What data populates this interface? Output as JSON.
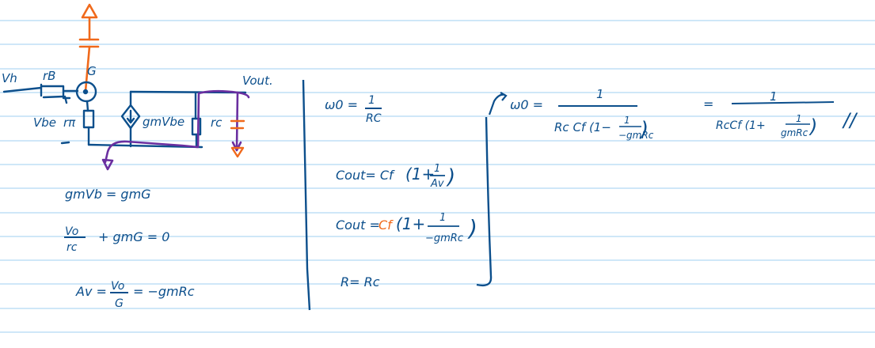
{
  "colors": {
    "ink": "#0c4f8c",
    "orange": "#f0691b",
    "purple": "#6a2fa0",
    "rule": "#cfe7f8",
    "paper": "#ffffff"
  },
  "ruled_lines_y": [
    25,
    55,
    86,
    116,
    146,
    177,
    207,
    237,
    268,
    298,
    328,
    358,
    389,
    419
  ],
  "circuit": {
    "labels": {
      "vin": "Vh",
      "rb": "rB",
      "cf_node": "G",
      "plus": "+",
      "vbe": "Vbe",
      "rpi": "rπ",
      "minus": "−",
      "source": "gmVbe",
      "rc": "rc",
      "vout": "Vout."
    }
  },
  "left_equations": {
    "eq1": "gmVb = gmG",
    "eq2_num": "Vo",
    "eq2_den": "rc",
    "eq2_rest": "+ gmG = 0",
    "eq3_lhs": "Av =",
    "eq3_num": "Vo",
    "eq3_den": "G",
    "eq3_rest": "= −gmRc"
  },
  "middle_block": {
    "w0_lhs": "ω0 =",
    "w0_num": "1",
    "w0_den": "RC",
    "cout1_lhs": "Cout= Cf",
    "cout1_paren_open": "(1+",
    "cout1_num": "1",
    "cout1_den": "Av",
    "cout1_paren_close": ")",
    "cout2_lhs": "Cout =",
    "cout2_cf": "Cf",
    "cout2_paren_open": "(1+",
    "cout2_num": "1",
    "cout2_den": "−gmRc",
    "cout2_paren_close": ")",
    "r_eq": "R= Rc"
  },
  "right_block": {
    "arrow": "↱",
    "w0_lhs": "ω0 =",
    "frac1_num": "1",
    "frac1_den_pre": "Rc Cf (1−",
    "frac1_inner_num": "1",
    "frac1_inner_den": "−gmRc",
    "frac1_den_post": ")",
    "equals": "=",
    "frac2_num": "1",
    "frac2_den_pre": "RcCf (1+",
    "frac2_inner_num": "1",
    "frac2_inner_den": "gmRc",
    "frac2_den_post": ")",
    "end_mark": "//"
  }
}
